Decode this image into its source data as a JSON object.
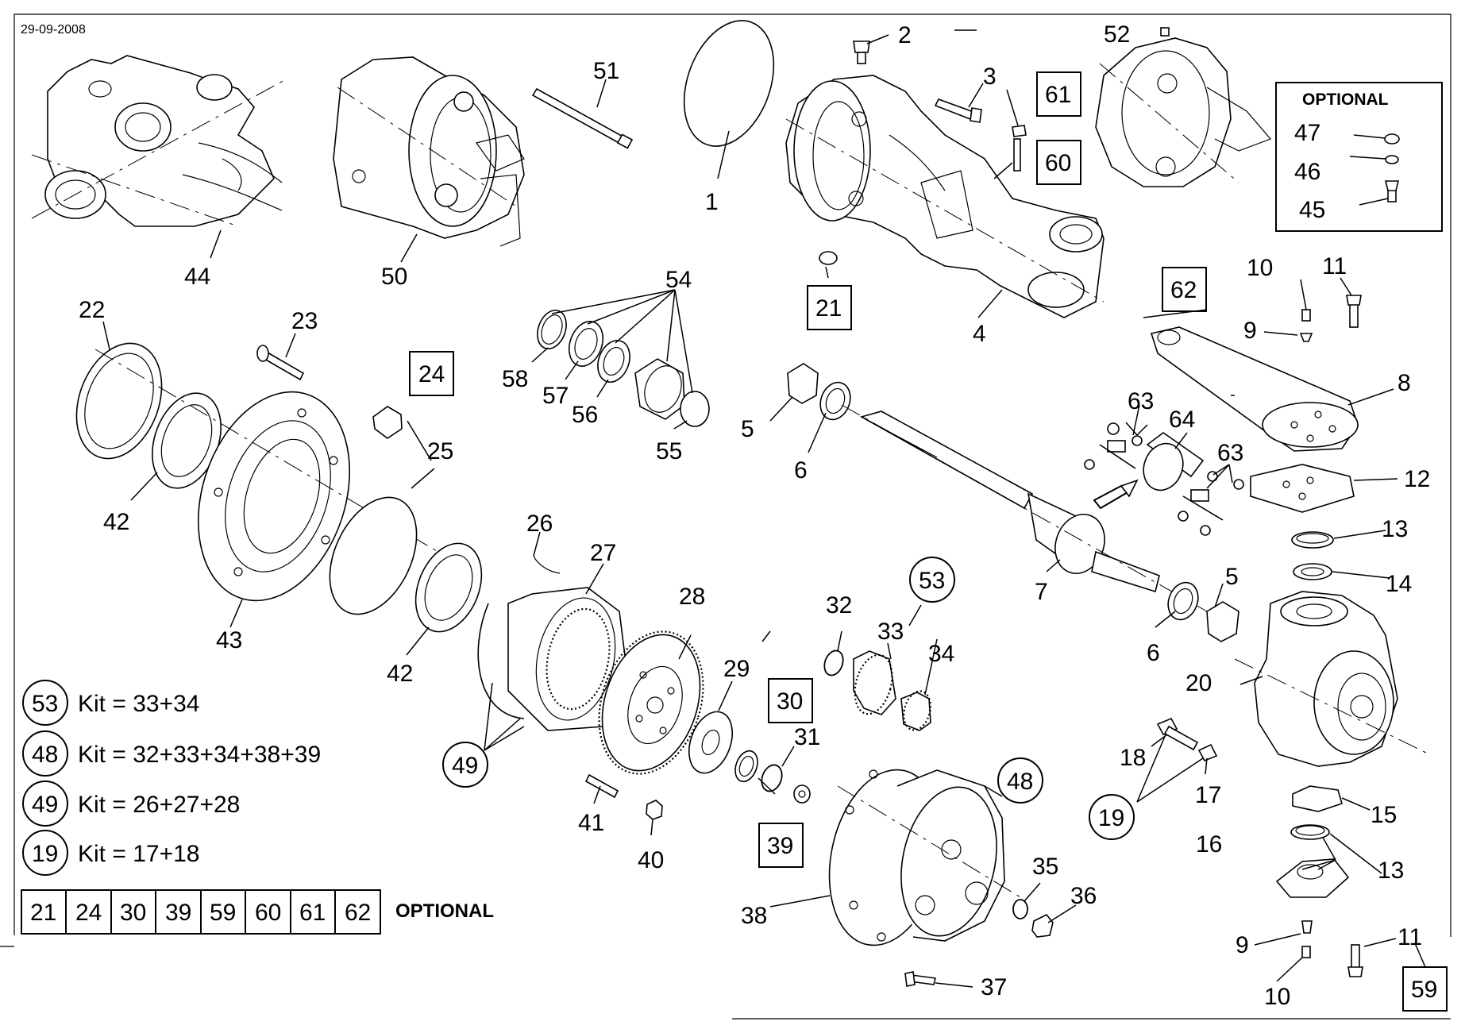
{
  "date": "29-09-2008",
  "optional_title": "OPTIONAL",
  "labels": {
    "p1": "1",
    "p2": "2",
    "p3": "3",
    "p4": "4",
    "p5a": "5",
    "p5b": "5",
    "p6a": "6",
    "p6b": "6",
    "p7": "7",
    "p8": "8",
    "p9a": "9",
    "p9b": "9",
    "p10a": "10",
    "p10b": "10",
    "p11a": "11",
    "p11b": "11",
    "p12": "12",
    "p13a": "13",
    "p13b": "13",
    "p14": "14",
    "p15": "15",
    "p16": "16",
    "p17": "17",
    "p18": "18",
    "p20": "20",
    "p22": "22",
    "p23": "23",
    "p25": "25",
    "p26": "26",
    "p27": "27",
    "p28": "28",
    "p29": "29",
    "p31": "31",
    "p32": "32",
    "p33": "33",
    "p34": "34",
    "p35": "35",
    "p36": "36",
    "p37": "37",
    "p38": "38",
    "p40": "40",
    "p41": "41",
    "p42a": "42",
    "p42b": "42",
    "p43": "43",
    "p44": "44",
    "p45": "45",
    "p46": "46",
    "p47": "47",
    "p50": "50",
    "p51": "51",
    "p52": "52",
    "p54": "54",
    "p55": "55",
    "p56": "56",
    "p57": "57",
    "p58": "58",
    "p63a": "63",
    "p63b": "63",
    "p64": "64"
  },
  "boxed_labels": {
    "b21": "21",
    "b24": "24",
    "b30": "30",
    "b39": "39",
    "b59": "59",
    "b60": "60",
    "b61": "61",
    "b62": "62"
  },
  "circled_labels": {
    "c19": "19",
    "c48": "48",
    "c49": "49",
    "c53": "53"
  },
  "kits": [
    {
      "id": "53",
      "text": "Kit = 33+34"
    },
    {
      "id": "48",
      "text": "Kit = 32+33+34+38+39"
    },
    {
      "id": "49",
      "text": "Kit = 26+27+28"
    },
    {
      "id": "19",
      "text": "Kit = 17+18"
    }
  ],
  "optional_table": {
    "cells": [
      "21",
      "24",
      "30",
      "39",
      "59",
      "60",
      "61",
      "62"
    ],
    "label": "OPTIONAL"
  }
}
